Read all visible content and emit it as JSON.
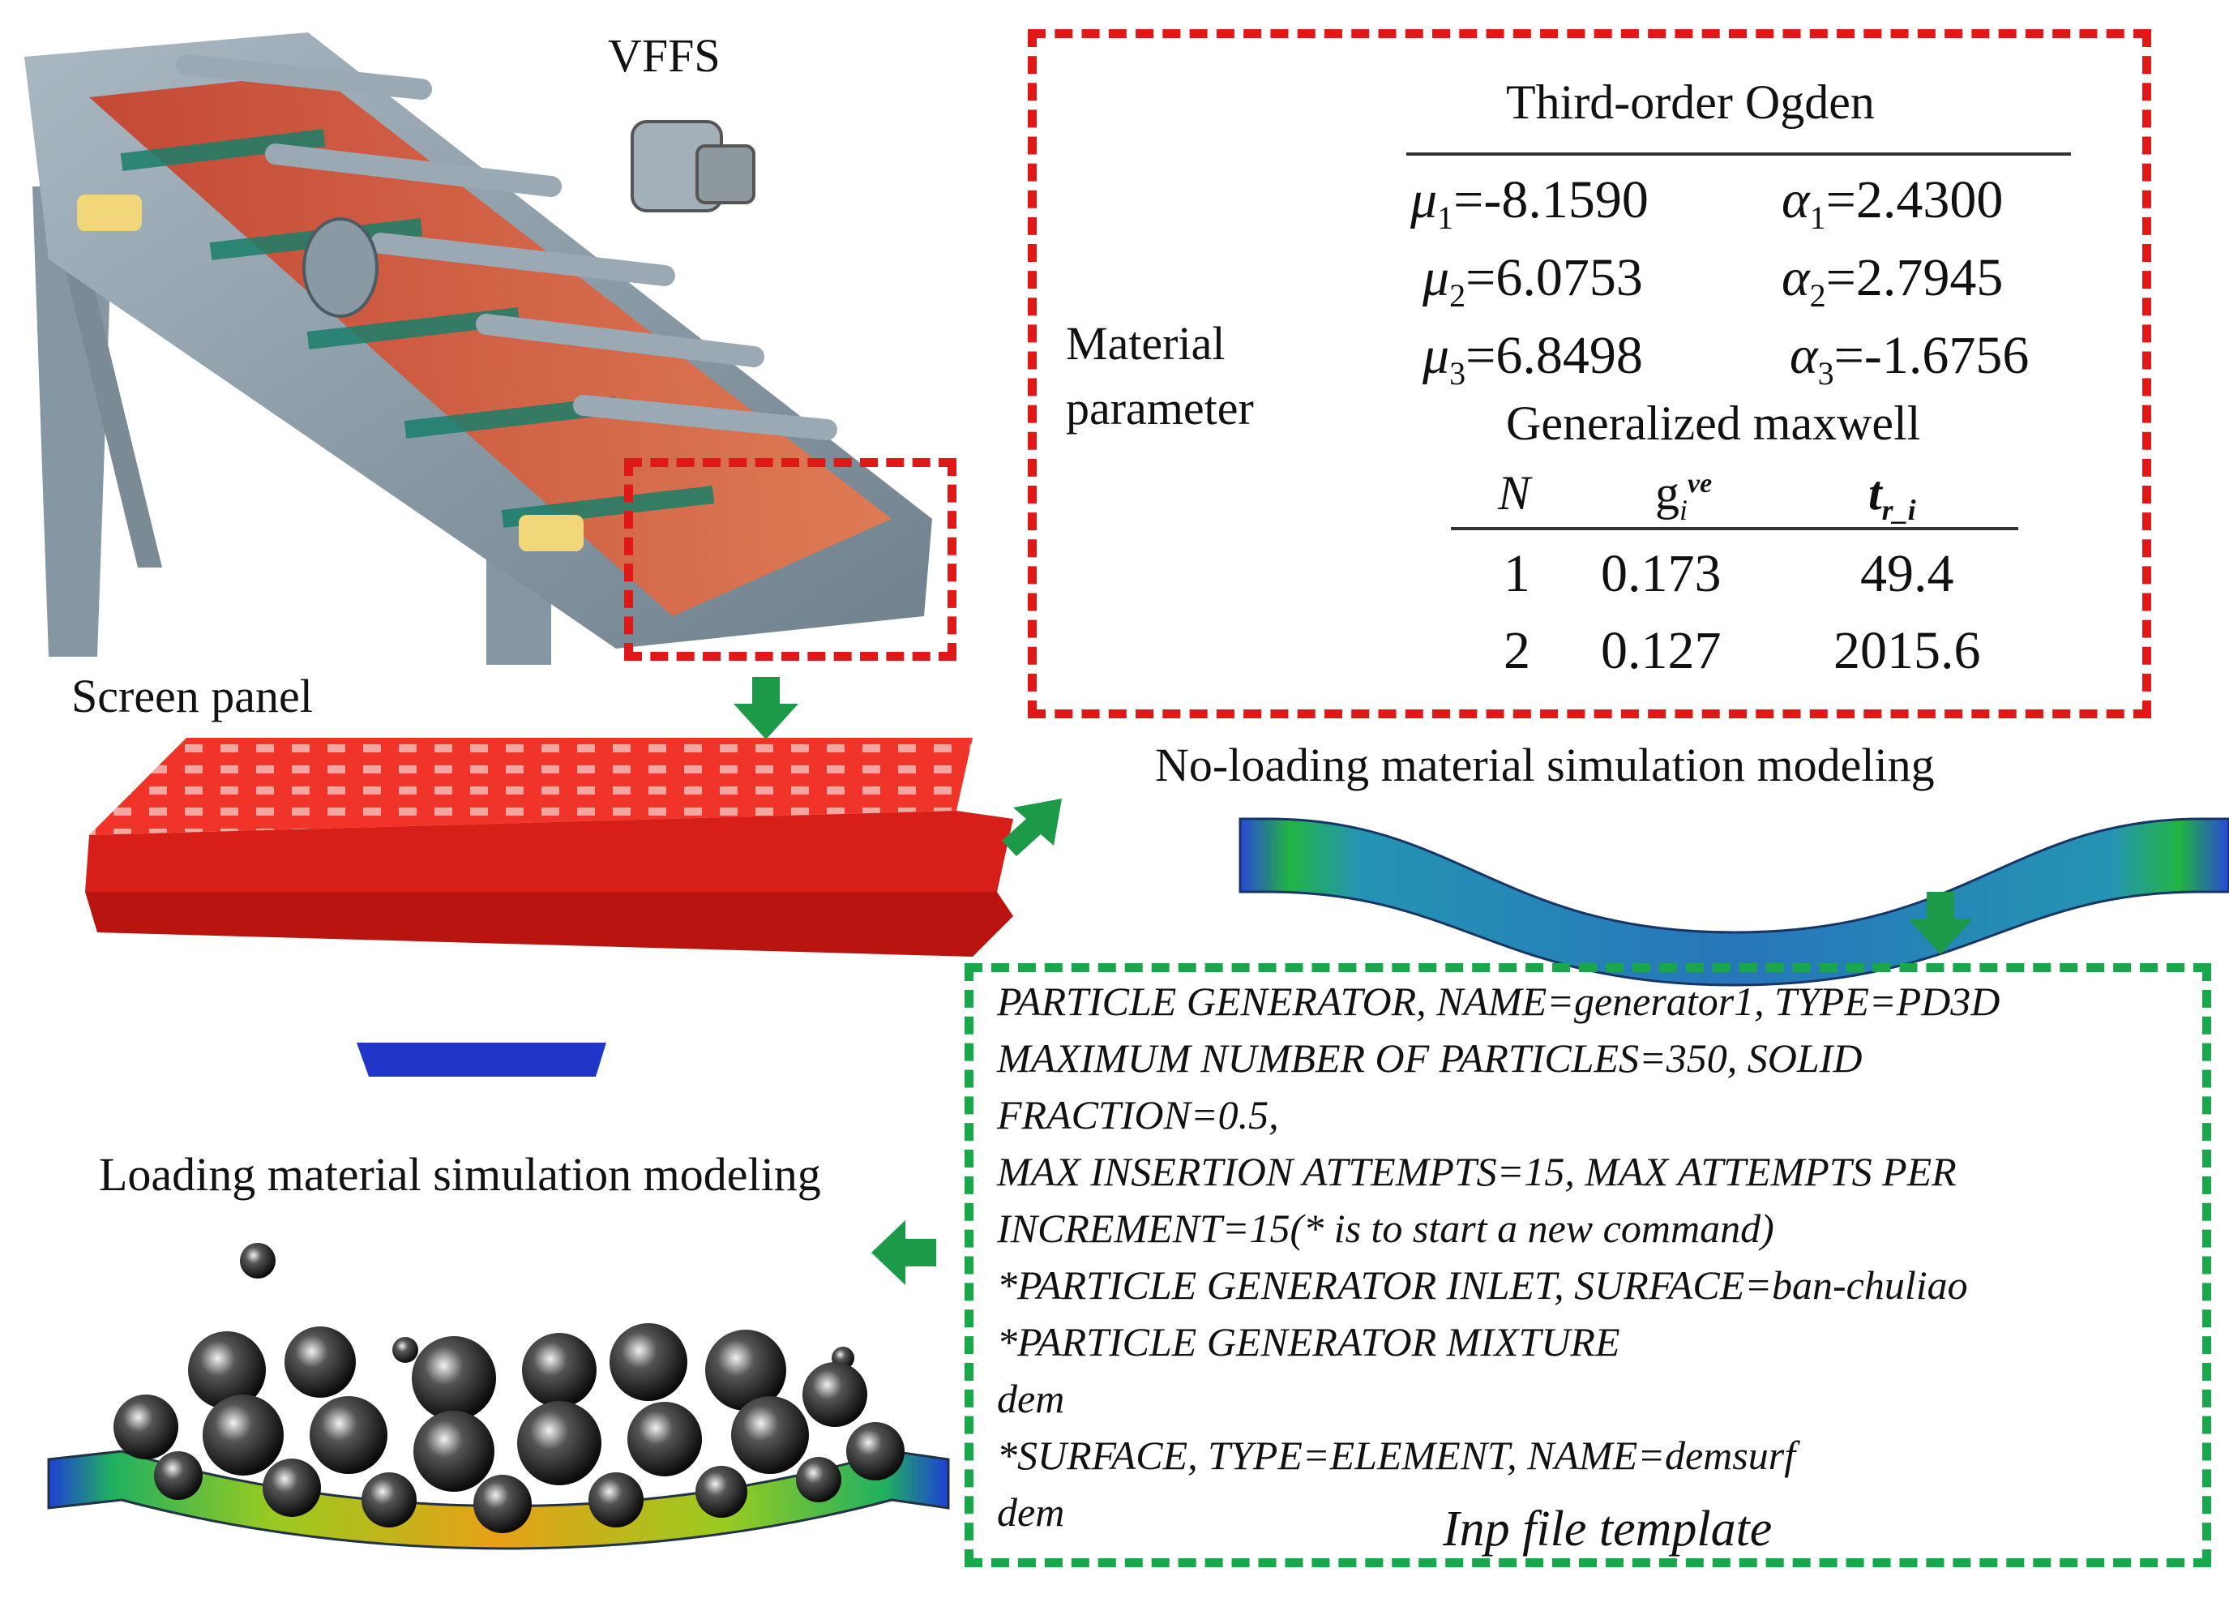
{
  "labels": {
    "machine": "VFFS",
    "screen_panel": "Screen panel",
    "material_line1": "Material",
    "material_line2": "parameter",
    "no_loading": "No-loading material simulation modeling",
    "loading": "Loading material simulation modeling",
    "inp_template": "Inp file template"
  },
  "ogden": {
    "title": "Third-order Ogden",
    "rows": [
      {
        "mu_sym": "μ",
        "mu_idx": "1",
        "mu_val": "=-8.1590",
        "a_sym": "α",
        "a_idx": "1",
        "a_val": "=2.4300"
      },
      {
        "mu_sym": "μ",
        "mu_idx": "2",
        "mu_val": "=6.0753",
        "a_sym": "α",
        "a_idx": "2",
        "a_val": "=2.7945"
      },
      {
        "mu_sym": "μ",
        "mu_idx": "3",
        "mu_val": "=6.8498",
        "a_sym": "α",
        "a_idx": "3",
        "a_val": "=-1.6756"
      }
    ]
  },
  "maxwell": {
    "title": "Generalized maxwell",
    "headers": {
      "n": "N",
      "g": "g",
      "g_sub": "i",
      "g_sup": "ve",
      "t": "t",
      "t_sub": "r_i"
    },
    "rows": [
      {
        "n": "1",
        "g": "0.173",
        "t": "49.4"
      },
      {
        "n": "2",
        "g": "0.127",
        "t": "2015.6"
      }
    ]
  },
  "inp_lines": [
    "PARTICLE GENERATOR, NAME=generator1, TYPE=PD3D",
    "MAXIMUM NUMBER OF PARTICLES=350, SOLID",
    "FRACTION=0.5,",
    "MAX INSERTION ATTEMPTS=15, MAX ATTEMPTS PER",
    "INCREMENT=15(* is to start a new command)",
    "*PARTICLE GENERATOR INLET, SURFACE=ban-chuliao",
    "*PARTICLE GENERATOR MIXTURE",
    "dem",
    "*SURFACE, TYPE=ELEMENT, NAME=demsurf",
    "dem"
  ],
  "colors": {
    "red_dash": "#e01818",
    "green_dash": "#1aa64a",
    "arrow": "#1c9a47",
    "screen_panel": "#e8231c",
    "frame_steel": "#8fa0ab",
    "deck_orange": "#d7532c"
  }
}
